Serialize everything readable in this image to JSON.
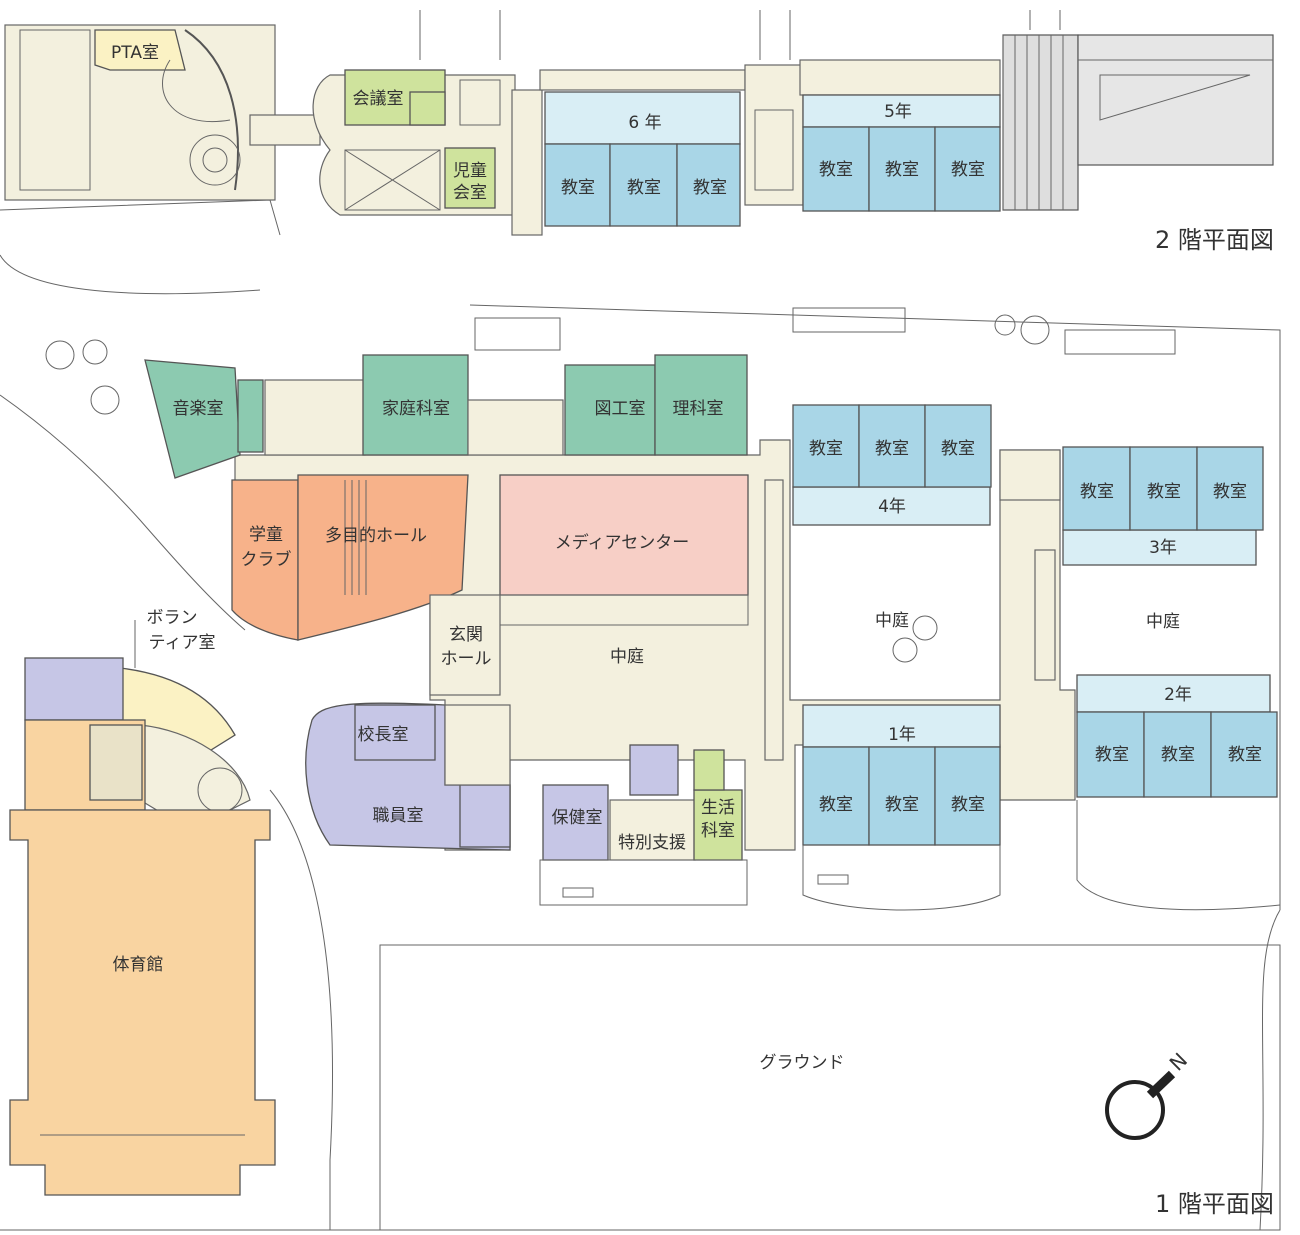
{
  "titles": {
    "floor2": "2 階平面図",
    "floor1": "1 階平面図"
  },
  "colors": {
    "classroom": "#a9d6e7",
    "classroom_light": "#d9eef5",
    "special": "#8ccab0",
    "hall": "#f7b28a",
    "media": "#f7cfc6",
    "admin": "#c6c6e6",
    "gym": "#f9d4a1",
    "small_green": "#cfe39d",
    "corridor": "#f3f0de",
    "pta": "#fbf2c4"
  },
  "floor2": {
    "pta": "PTA室",
    "kaigi": "会議室",
    "jido1": "児童",
    "jido2": "会室",
    "grade6": "6 年",
    "grade5": "5年",
    "classroom": "教室"
  },
  "floor1": {
    "ongaku": "音楽室",
    "katei": "家庭科室",
    "zuko": "図工室",
    "rika": "理科室",
    "gakudo1": "学童",
    "gakudo2": "クラブ",
    "tamokuteki": "多目的ホール",
    "media": "メディアセンター",
    "genkan1": "玄関",
    "genkan2": "ホール",
    "nakaniwa": "中庭",
    "volunteer1": "ボラン",
    "volunteer2": "ティア室",
    "kocho": "校長室",
    "shokuin": "職員室",
    "hoken": "保健室",
    "tokubetsu": "特別支援",
    "seikatsu1": "生活",
    "seikatsu2": "科室",
    "grade4": "4年",
    "grade3": "3年",
    "grade2": "2年",
    "grade1": "1年",
    "classroom": "教室",
    "gym": "体育館",
    "ground": "グラウンド",
    "north": "N"
  }
}
